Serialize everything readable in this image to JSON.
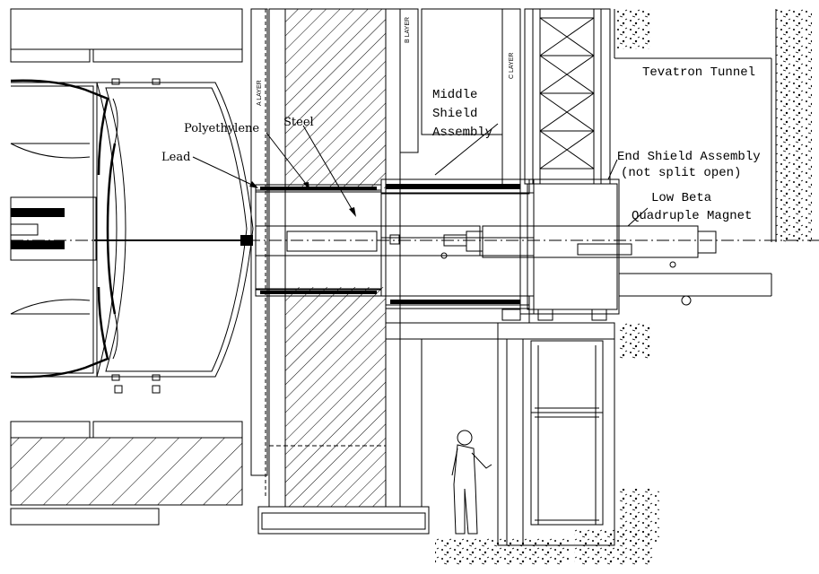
{
  "labels": {
    "polyethylene": "Polyethylene",
    "steel": "Steel",
    "lead": "Lead",
    "middle_shield_1": "Middle",
    "middle_shield_2": "Shield",
    "middle_shield_3": "Assembly",
    "end_shield_1": "End Shield Assembly",
    "end_shield_2": "(not split open)",
    "low_beta_1": "Low Beta",
    "low_beta_2": "Quadruple Magnet",
    "tevatron_tunnel": "Tevatron Tunnel",
    "a_layer": "A LAYER",
    "b_layer": "B LAYER",
    "c_layer": "C LAYER"
  }
}
